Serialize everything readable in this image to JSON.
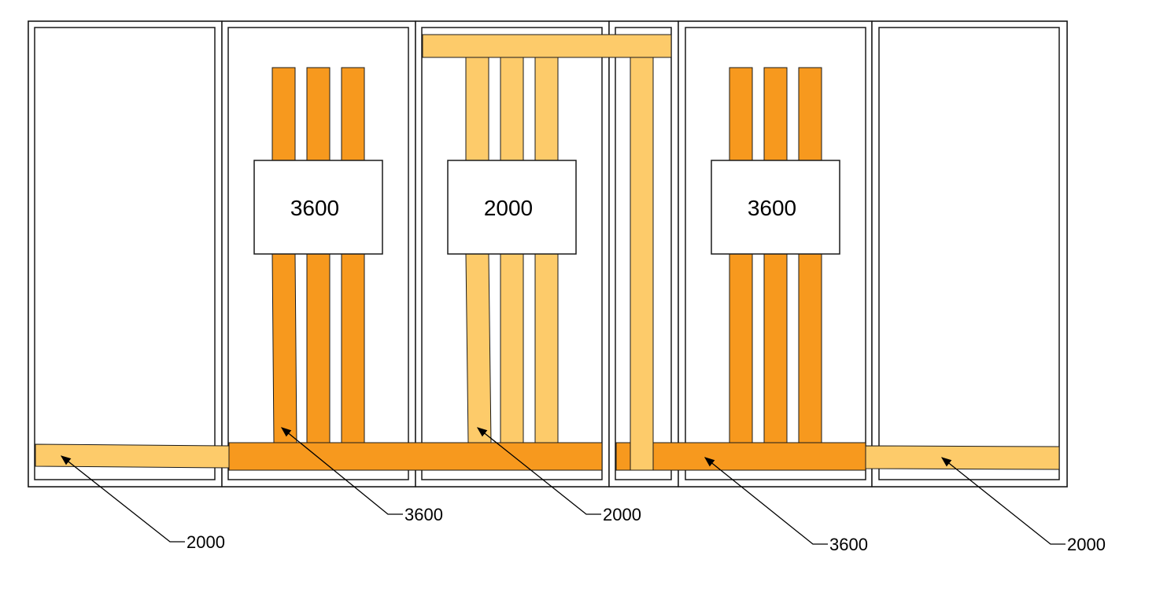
{
  "colors": {
    "busbar_dark": "#F7991E",
    "busbar_light": "#FDCB6A",
    "frame_stroke": "#1a1a1a"
  },
  "breakers": [
    {
      "label": "3600"
    },
    {
      "label": "2000"
    },
    {
      "label": "3600"
    }
  ],
  "callouts": [
    {
      "label": "2000"
    },
    {
      "label": "3600"
    },
    {
      "label": "2000"
    },
    {
      "label": "3600"
    },
    {
      "label": "2000"
    }
  ]
}
